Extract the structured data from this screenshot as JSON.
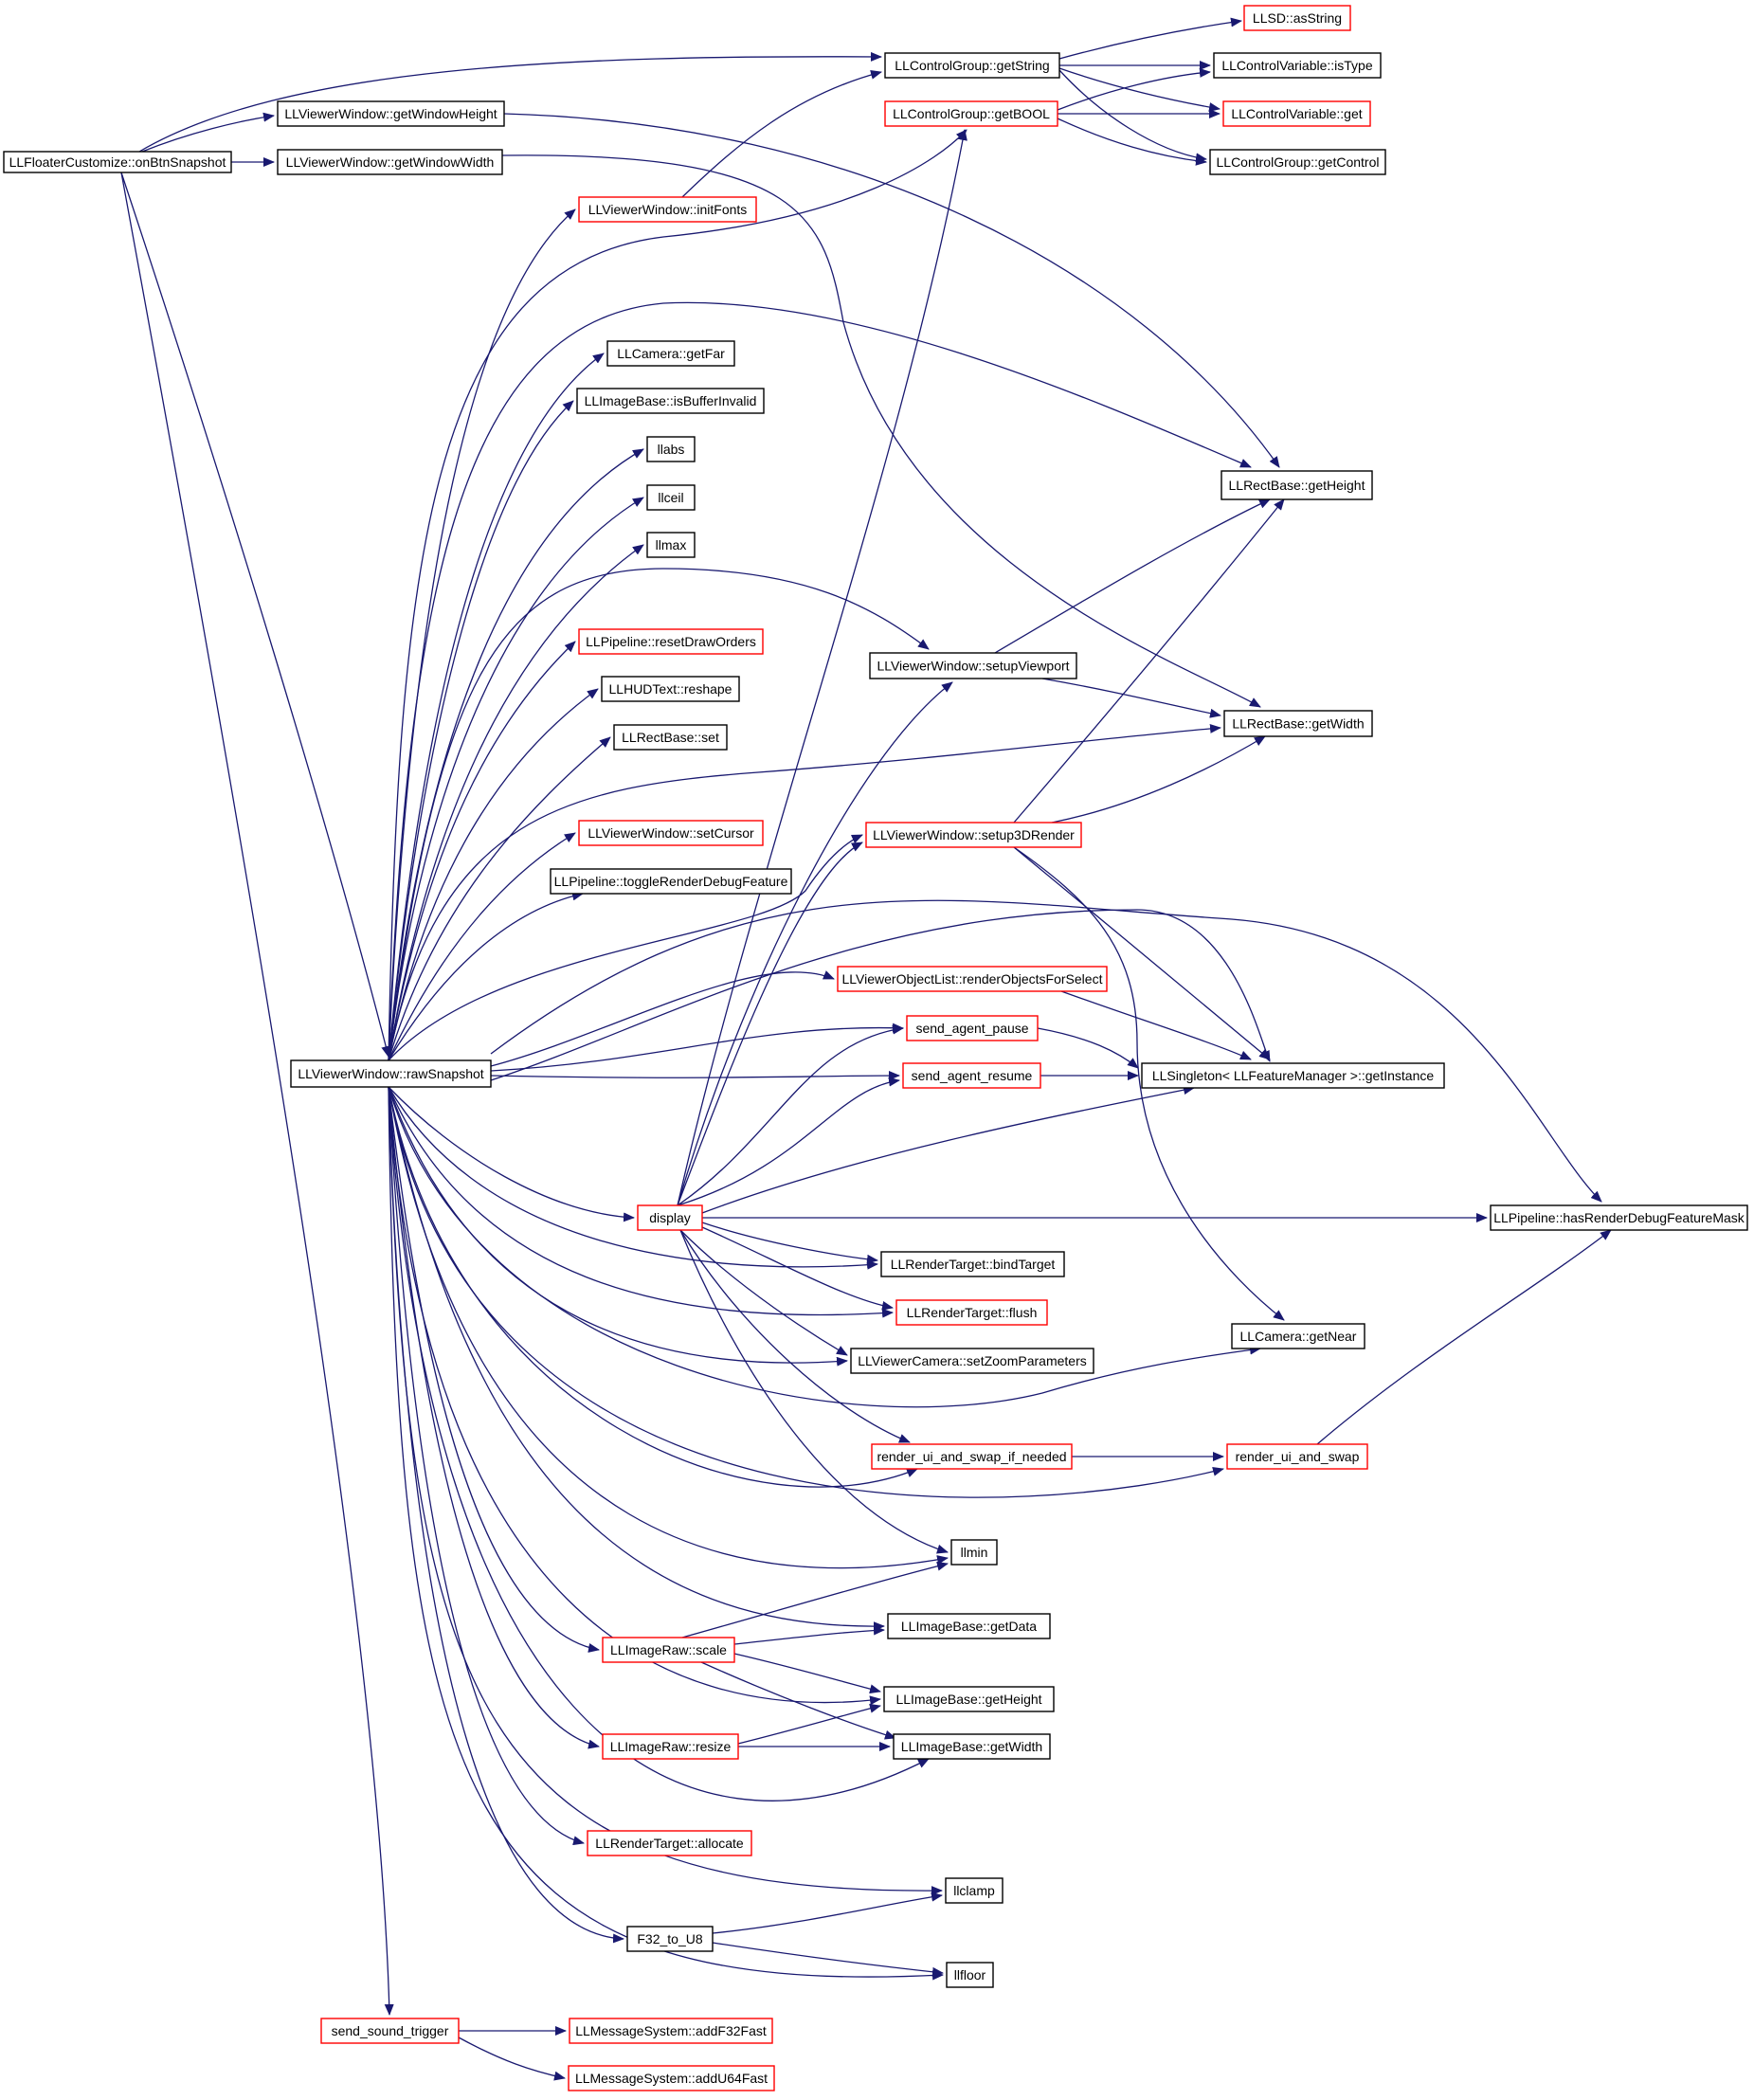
{
  "colors": {
    "edge": "#191970",
    "arrowhead": "#191970",
    "node_border_normal": "#000000",
    "node_border_truncated": "#ff0000",
    "root_fill": "#bfbfbf",
    "node_fill": "#ffffff"
  },
  "nodes": [
    {
      "id": "n0",
      "label": "LLFloaterCustomize::onBtnSnapshot",
      "style": "root"
    },
    {
      "id": "n1",
      "label": "LLControlGroup::getString",
      "style": "normal"
    },
    {
      "id": "n2",
      "label": "LLSD::asString",
      "style": "truncated"
    },
    {
      "id": "n3",
      "label": "LLControlVariable::isType",
      "style": "normal"
    },
    {
      "id": "n4",
      "label": "LLControlVariable::get",
      "style": "truncated"
    },
    {
      "id": "n5",
      "label": "LLControlGroup::getControl",
      "style": "normal"
    },
    {
      "id": "n6",
      "label": "LLViewerWindow::getWindowHeight",
      "style": "normal"
    },
    {
      "id": "n7",
      "label": "LLRectBase::getHeight",
      "style": "normal"
    },
    {
      "id": "n8",
      "label": "LLViewerWindow::getWindowWidth",
      "style": "normal"
    },
    {
      "id": "n9",
      "label": "LLRectBase::getWidth",
      "style": "normal"
    },
    {
      "id": "n10",
      "label": "LLViewerWindow::rawSnapshot",
      "style": "normal"
    },
    {
      "id": "n11",
      "label": "LLControlGroup::getBOOL",
      "style": "truncated"
    },
    {
      "id": "n12",
      "label": "LLViewerWindow::initFonts",
      "style": "truncated"
    },
    {
      "id": "n13",
      "label": "LLCamera::getFar",
      "style": "normal"
    },
    {
      "id": "n14",
      "label": "LLImageBase::isBufferInvalid",
      "style": "normal"
    },
    {
      "id": "n15",
      "label": "llabs",
      "style": "normal"
    },
    {
      "id": "n16",
      "label": "llceil",
      "style": "normal"
    },
    {
      "id": "n17",
      "label": "llmax",
      "style": "normal"
    },
    {
      "id": "n18",
      "label": "LLPipeline::resetDrawOrders",
      "style": "truncated"
    },
    {
      "id": "n19",
      "label": "LLHUDText::reshape",
      "style": "normal"
    },
    {
      "id": "n20",
      "label": "LLRectBase::set",
      "style": "normal"
    },
    {
      "id": "n21",
      "label": "LLViewerWindow::setCursor",
      "style": "truncated"
    },
    {
      "id": "n22",
      "label": "LLPipeline::toggleRenderDebugFeature",
      "style": "normal"
    },
    {
      "id": "n23",
      "label": "LLViewerWindow::setupViewport",
      "style": "normal"
    },
    {
      "id": "n24",
      "label": "LLViewerWindow::setup3DRender",
      "style": "truncated"
    },
    {
      "id": "n25",
      "label": "LLViewerObjectList::renderObjectsForSelect",
      "style": "truncated"
    },
    {
      "id": "n26",
      "label": "send_agent_pause",
      "style": "truncated"
    },
    {
      "id": "n27",
      "label": "send_agent_resume",
      "style": "truncated"
    },
    {
      "id": "n28",
      "label": "LLSingleton< LLFeatureManager >::getInstance",
      "style": "normal"
    },
    {
      "id": "n29",
      "label": "display",
      "style": "truncated"
    },
    {
      "id": "n30",
      "label": "LLPipeline::hasRenderDebugFeatureMask",
      "style": "normal"
    },
    {
      "id": "n31",
      "label": "LLRenderTarget::bindTarget",
      "style": "normal"
    },
    {
      "id": "n32",
      "label": "LLRenderTarget::flush",
      "style": "truncated"
    },
    {
      "id": "n33",
      "label": "LLCamera::getNear",
      "style": "normal"
    },
    {
      "id": "n34",
      "label": "LLViewerCamera::setZoomParameters",
      "style": "normal"
    },
    {
      "id": "n35",
      "label": "render_ui_and_swap_if_needed",
      "style": "truncated"
    },
    {
      "id": "n36",
      "label": "render_ui_and_swap",
      "style": "truncated"
    },
    {
      "id": "n37",
      "label": "llmin",
      "style": "normal"
    },
    {
      "id": "n38",
      "label": "LLImageBase::getData",
      "style": "normal"
    },
    {
      "id": "n39",
      "label": "LLImageRaw::scale",
      "style": "truncated"
    },
    {
      "id": "n40",
      "label": "LLImageBase::getHeight",
      "style": "normal"
    },
    {
      "id": "n41",
      "label": "LLImageRaw::resize",
      "style": "truncated"
    },
    {
      "id": "n42",
      "label": "LLImageBase::getWidth",
      "style": "normal"
    },
    {
      "id": "n43",
      "label": "LLRenderTarget::allocate",
      "style": "truncated"
    },
    {
      "id": "n44",
      "label": "llclamp",
      "style": "normal"
    },
    {
      "id": "n45",
      "label": "F32_to_U8",
      "style": "normal"
    },
    {
      "id": "n46",
      "label": "llfloor",
      "style": "normal"
    },
    {
      "id": "n47",
      "label": "send_sound_trigger",
      "style": "truncated"
    },
    {
      "id": "n48",
      "label": "LLMessageSystem::addF32Fast",
      "style": "truncated"
    },
    {
      "id": "n49",
      "label": "LLMessageSystem::addU64Fast",
      "style": "truncated"
    }
  ],
  "edges": [
    [
      "n0",
      "n1"
    ],
    [
      "n0",
      "n6"
    ],
    [
      "n0",
      "n8"
    ],
    [
      "n0",
      "n10"
    ],
    [
      "n0",
      "n47"
    ],
    [
      "n1",
      "n2"
    ],
    [
      "n1",
      "n3"
    ],
    [
      "n1",
      "n4"
    ],
    [
      "n1",
      "n5"
    ],
    [
      "n11",
      "n3"
    ],
    [
      "n11",
      "n4"
    ],
    [
      "n11",
      "n5"
    ],
    [
      "n6",
      "n7"
    ],
    [
      "n8",
      "n9"
    ],
    [
      "n12",
      "n1"
    ],
    [
      "n10",
      "n11"
    ],
    [
      "n10",
      "n12"
    ],
    [
      "n10",
      "n13"
    ],
    [
      "n10",
      "n14"
    ],
    [
      "n10",
      "n15"
    ],
    [
      "n10",
      "n16"
    ],
    [
      "n10",
      "n17"
    ],
    [
      "n10",
      "n7"
    ],
    [
      "n10",
      "n18"
    ],
    [
      "n10",
      "n19"
    ],
    [
      "n10",
      "n20"
    ],
    [
      "n10",
      "n9"
    ],
    [
      "n10",
      "n21"
    ],
    [
      "n10",
      "n22"
    ],
    [
      "n10",
      "n23"
    ],
    [
      "n10",
      "n24"
    ],
    [
      "n10",
      "n25"
    ],
    [
      "n10",
      "n26"
    ],
    [
      "n10",
      "n27"
    ],
    [
      "n10",
      "n28"
    ],
    [
      "n10",
      "n29"
    ],
    [
      "n10",
      "n30"
    ],
    [
      "n10",
      "n31"
    ],
    [
      "n10",
      "n32"
    ],
    [
      "n10",
      "n33"
    ],
    [
      "n10",
      "n34"
    ],
    [
      "n10",
      "n35"
    ],
    [
      "n10",
      "n36"
    ],
    [
      "n10",
      "n37"
    ],
    [
      "n10",
      "n38"
    ],
    [
      "n10",
      "n39"
    ],
    [
      "n10",
      "n40"
    ],
    [
      "n10",
      "n41"
    ],
    [
      "n10",
      "n42"
    ],
    [
      "n10",
      "n43"
    ],
    [
      "n10",
      "n44"
    ],
    [
      "n10",
      "n45"
    ],
    [
      "n10",
      "n46"
    ],
    [
      "n23",
      "n7"
    ],
    [
      "n23",
      "n9"
    ],
    [
      "n24",
      "n7"
    ],
    [
      "n24",
      "n9"
    ],
    [
      "n24",
      "n28"
    ],
    [
      "n24",
      "n33"
    ],
    [
      "n25",
      "n28"
    ],
    [
      "n26",
      "n28"
    ],
    [
      "n27",
      "n28"
    ],
    [
      "n29",
      "n11"
    ],
    [
      "n29",
      "n23"
    ],
    [
      "n29",
      "n24"
    ],
    [
      "n29",
      "n26"
    ],
    [
      "n29",
      "n27"
    ],
    [
      "n29",
      "n28"
    ],
    [
      "n29",
      "n30"
    ],
    [
      "n29",
      "n31"
    ],
    [
      "n29",
      "n32"
    ],
    [
      "n29",
      "n34"
    ],
    [
      "n29",
      "n35"
    ],
    [
      "n29",
      "n37"
    ],
    [
      "n35",
      "n36"
    ],
    [
      "n36",
      "n30"
    ],
    [
      "n39",
      "n37"
    ],
    [
      "n39",
      "n38"
    ],
    [
      "n39",
      "n40"
    ],
    [
      "n39",
      "n42"
    ],
    [
      "n41",
      "n40"
    ],
    [
      "n41",
      "n42"
    ],
    [
      "n45",
      "n44"
    ],
    [
      "n45",
      "n46"
    ],
    [
      "n47",
      "n48"
    ],
    [
      "n47",
      "n49"
    ]
  ]
}
